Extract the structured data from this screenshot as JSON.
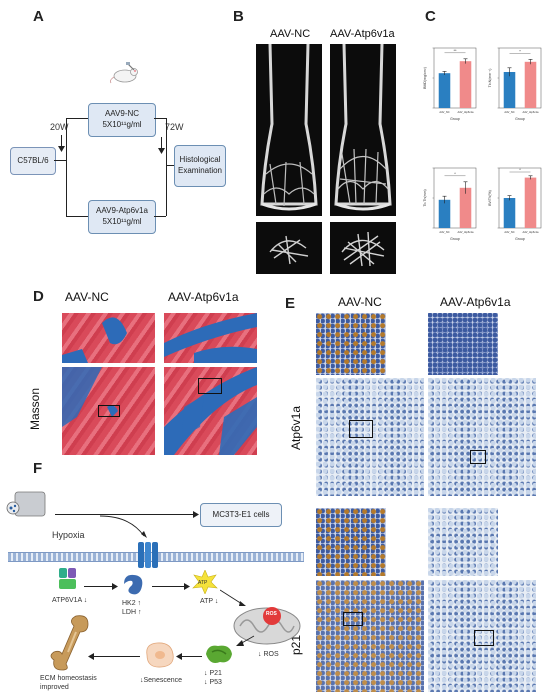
{
  "panels": {
    "a": "A",
    "b": "B",
    "c": "C",
    "d": "D",
    "e": "E",
    "f": "F"
  },
  "panel_a": {
    "mouse_strain": "C57BL/6",
    "week_start": "20W",
    "week_end": "72W",
    "group_nc_name": "AAV9-NC",
    "group_nc_dose": "5X10¹¹g/ml",
    "group_atp_name": "AAV9-Atp6v1a",
    "group_atp_dose": "5X10¹¹g/ml",
    "endpoint_line1": "Histological",
    "endpoint_line2": "Examination"
  },
  "panel_b": {
    "col_nc": "AAV-NC",
    "col_atp": "AAV-Atp6v1a"
  },
  "panel_d": {
    "col_nc": "AAV-NC",
    "col_atp": "AAV-Atp6v1a",
    "row_label": "Masson"
  },
  "panel_e": {
    "col_nc": "AAV-NC",
    "col_atp": "AAV-Atp6v1a",
    "row1_label": "Atp6v1a",
    "row2_label": "p21"
  },
  "panel_f": {
    "hypoxia": "Hypoxia",
    "cells": "MC3T3-E1 cells",
    "atp6v1a": "ATP6V1A ↓",
    "hk2": "HK2 ↑",
    "ldh": "LDH ↑",
    "atp": "ATP ↓",
    "atp_badge": "ATP",
    "ros_badge": "ROS",
    "ros": "↓ ROS",
    "p21": "↓ P21",
    "p53": "↓ P53",
    "senescence": "↓Senescence",
    "ecm_line1": "ECM homeostasis",
    "ecm_line2": "improved"
  },
  "colors": {
    "nc_bar": "#2a7fc1",
    "atp_bar": "#f08a8a",
    "masson_red": "#d94a5a",
    "masson_blue": "#2d6bb8",
    "box_fill": "#dfe8f4"
  },
  "chart_data": [
    {
      "type": "bar",
      "categories": [
        "AAV_NC",
        "AAV_Atp6v1a"
      ],
      "values": [
        58,
        78
      ],
      "errors": [
        3,
        4
      ],
      "ylim": [
        0,
        100
      ],
      "xlabel": "Group",
      "ylabel": "BMD(mg/cm³)",
      "significance": "**"
    },
    {
      "type": "bar",
      "categories": [
        "AAV_NC",
        "AAV_Atp6v1a"
      ],
      "values": [
        60,
        77
      ],
      "errors": [
        7,
        4
      ],
      "ylim": [
        0,
        100
      ],
      "xlabel": "Group",
      "ylabel": "Tb.N(mm⁻¹)",
      "significance": "*"
    },
    {
      "type": "bar",
      "categories": [
        "AAV_NC",
        "AAV_Atp6v1a"
      ],
      "values": [
        47,
        67
      ],
      "errors": [
        6,
        10
      ],
      "ylim": [
        0,
        100
      ],
      "xlabel": "Group",
      "ylabel": "Tb.Th(mm)",
      "significance": "*"
    },
    {
      "type": "bar",
      "categories": [
        "AAV_NC",
        "AAV_Atp6v1a"
      ],
      "values": [
        50,
        84
      ],
      "errors": [
        4,
        3
      ],
      "ylim": [
        0,
        100
      ],
      "xlabel": "Group",
      "ylabel": "BV/TV(%)",
      "significance": "*"
    }
  ]
}
